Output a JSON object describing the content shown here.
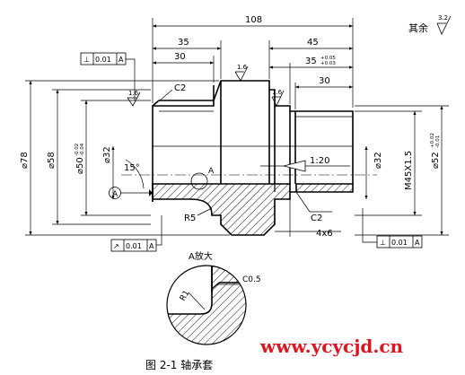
{
  "drawing": {
    "dimensions": {
      "total_length": "108",
      "left_length": "35",
      "right_length": "45",
      "dim_30_left": "30",
      "dim_30_right": "30",
      "dim_35": "35",
      "dim_35_tol_upper": "+0.05",
      "dim_35_tol_lower": "+0.03",
      "dia_78": "⌀78",
      "dia_58": "⌀58",
      "dia_50": "⌀50",
      "dia_50_tol_upper": "-0.02",
      "dia_50_tol_lower": "-0.04",
      "dia_32_left": "⌀32",
      "dia_32_right": "⌀32",
      "thread": "M45X1.5",
      "dia_52": "⌀52",
      "dia_52_tol_upper": "+0.02",
      "dia_52_tol_lower": "-0.01",
      "angle": "15°",
      "taper": "1:20",
      "chamfer_left": "C2",
      "chamfer_right": "C2",
      "radius": "R5",
      "groove": "4x6"
    },
    "surface_roughness": {
      "general_label": "其余",
      "general_value": "3.2",
      "value_left": "1.6",
      "value_top": "1.6",
      "value_right": "1.6"
    },
    "tolerance_frames": {
      "top_left": {
        "symbol": "⊥",
        "value": "0.01",
        "datum": "A"
      },
      "bottom_left": {
        "symbol": "↗",
        "value": "0.01",
        "datum": "A"
      },
      "bottom_right": {
        "symbol": "⊥",
        "value": "0.01",
        "datum": "A"
      }
    },
    "datum_label": "A",
    "view_ref": "A",
    "detail": {
      "title": "A放大",
      "chamfer": "C0.5",
      "radius": "R1"
    }
  },
  "caption": "图 2-1   轴承套",
  "watermark": "www.ycycjd.cn"
}
